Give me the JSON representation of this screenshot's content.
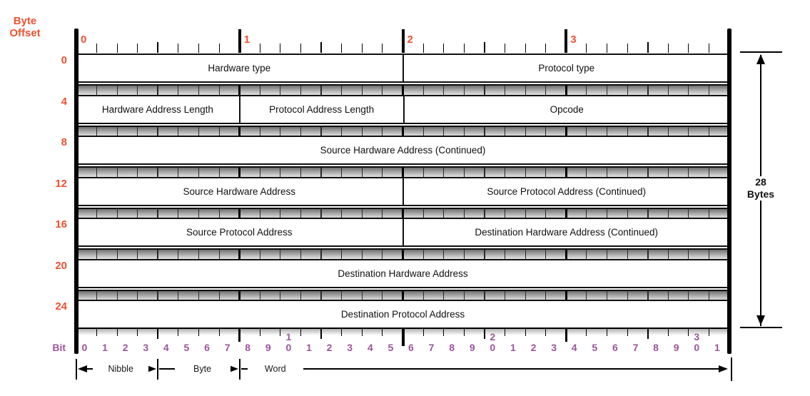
{
  "colors": {
    "offset_accent": "#F0512F",
    "bit_accent": "#9B549B",
    "field_text": "#111111",
    "structure": "#000000"
  },
  "byte_offset_label": {
    "line1": "Byte",
    "line2": "Offset"
  },
  "top_ruler": {
    "byte_labels": [
      "0",
      "1",
      "2",
      "3"
    ]
  },
  "rows": [
    {
      "offset": "0",
      "cells": [
        {
          "label": "Hardware type",
          "bits": 16
        },
        {
          "label": "Protocol type",
          "bits": 16
        }
      ]
    },
    {
      "offset": "4",
      "cells": [
        {
          "label": "Hardware Address Length",
          "bits": 8
        },
        {
          "label": "Protocol Address Length",
          "bits": 8
        },
        {
          "label": "Opcode",
          "bits": 16
        }
      ]
    },
    {
      "offset": "8",
      "cells": [
        {
          "label": "Source Hardware Address (Continued)",
          "bits": 32
        }
      ]
    },
    {
      "offset": "12",
      "cells": [
        {
          "label": "Source Hardware Address",
          "bits": 16
        },
        {
          "label": "Source Protocol Address (Continued)",
          "bits": 16
        }
      ]
    },
    {
      "offset": "16",
      "cells": [
        {
          "label": "Source Protocol Address",
          "bits": 16
        },
        {
          "label": "Destination Hardware Address (Continued)",
          "bits": 16
        }
      ]
    },
    {
      "offset": "20",
      "cells": [
        {
          "label": "Destination Hardware Address",
          "bits": 32
        }
      ]
    },
    {
      "offset": "24",
      "cells": [
        {
          "label": "Destination Protocol Address",
          "bits": 32
        }
      ]
    }
  ],
  "bit_ruler": {
    "label": "Bit",
    "numbers": [
      "0",
      "1",
      "2",
      "3",
      "4",
      "5",
      "6",
      "7",
      "8",
      "9",
      "10",
      "1",
      "2",
      "3",
      "4",
      "5",
      "6",
      "7",
      "8",
      "9",
      "20",
      "1",
      "2",
      "3",
      "4",
      "5",
      "6",
      "7",
      "8",
      "9",
      "30",
      "1"
    ]
  },
  "unit_spans": [
    {
      "label": "Nibble",
      "bits": 4,
      "left_arrow": true,
      "right_arrow": true
    },
    {
      "label": "Byte",
      "bits": 4,
      "left_arrow": false,
      "right_arrow": true
    },
    {
      "label": "Word",
      "bits": 24,
      "left_arrow": false,
      "right_arrow": true,
      "label_center_offset": 33
    }
  ],
  "size_annotation": {
    "line1": "28",
    "line2": "Bytes"
  }
}
